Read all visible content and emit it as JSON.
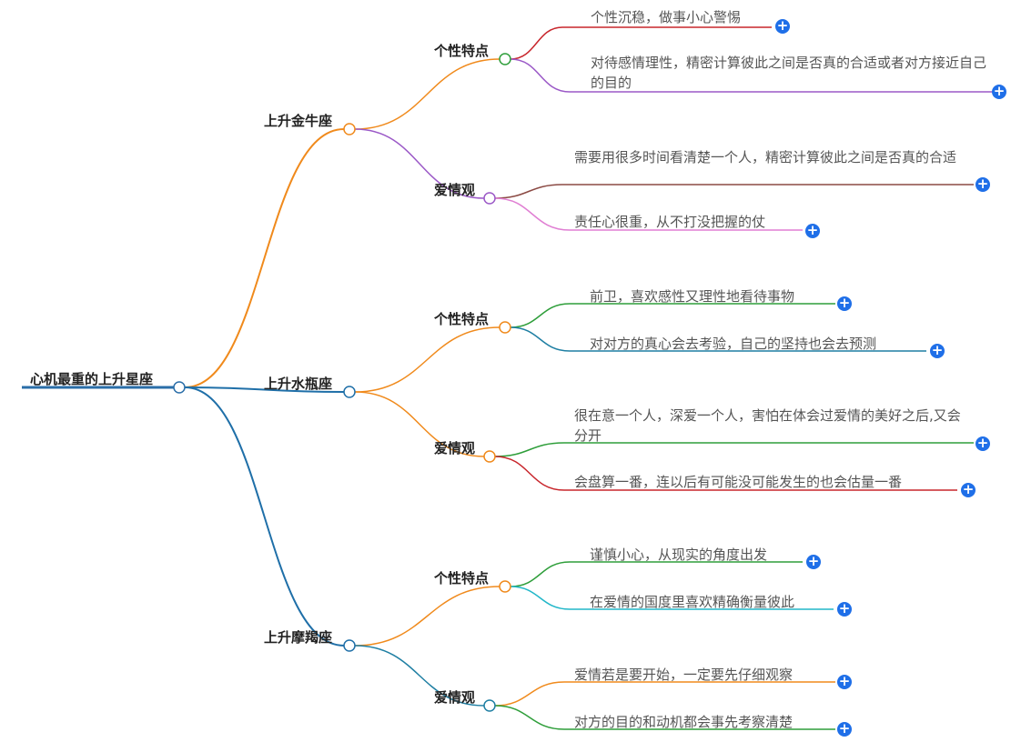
{
  "root": {
    "label": "心机最重的上升星座"
  },
  "branches": [
    {
      "label": "上升金牛座",
      "subs": [
        {
          "label": "个性特点",
          "leaves": [
            "个性沉稳，做事小心警惕",
            "对待感情理性，精密计算彼此之间是否真的合适或者对方接近自己的目的"
          ]
        },
        {
          "label": "爱情观",
          "leaves": [
            "需要用很多时间看清楚一个人，精密计算彼此之间是否真的合适",
            "责任心很重，从不打没把握的仗"
          ]
        }
      ]
    },
    {
      "label": "上升水瓶座",
      "subs": [
        {
          "label": "个性特点",
          "leaves": [
            "前卫，喜欢感性又理性地看待事物",
            "对对方的真心会去考验，自己的坚持也会去预测"
          ]
        },
        {
          "label": "爱情观",
          "leaves": [
            "很在意一个人，深爱一个人，害怕在体会过爱情的美好之后,又会分开",
            "会盘算一番，连以后有可能没可能发生的也会估量一番"
          ]
        }
      ]
    },
    {
      "label": "上升摩羯座",
      "subs": [
        {
          "label": "个性特点",
          "leaves": [
            "谨慎小心，从现实的角度出发",
            "在爱情的国度里喜欢精确衡量彼此"
          ]
        },
        {
          "label": "爱情观",
          "leaves": [
            "爱情若是要开始，一定要先仔细观察",
            "对方的目的和动机都会事先考察清楚"
          ]
        }
      ]
    }
  ],
  "expand_symbol": "+",
  "colors": {
    "root_line": "#2a6ea8",
    "branch_orange": "#f08a1c",
    "branch_blue": "#1f6fa8",
    "green": "#2e9e3a",
    "purple": "#9b59c7",
    "red": "#c8262c",
    "brown": "#8b4a44",
    "pink": "#e07fd3",
    "teal": "#1f7fa3",
    "cyan": "#22b7c9",
    "plus_fill": "#1f6fe8"
  }
}
